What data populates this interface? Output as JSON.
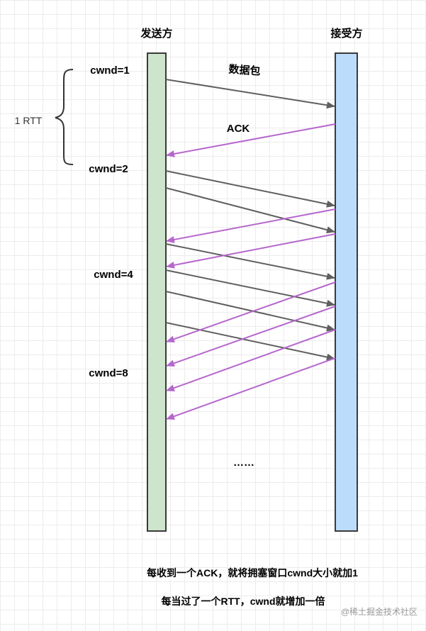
{
  "sender_label": "发送方",
  "receiver_label": "接受方",
  "rtt_label": "1 RTT",
  "data_packet_label": "数据包",
  "ack_label": "ACK",
  "cwnd_labels": [
    "cwnd=1",
    "cwnd=2",
    "cwnd=4",
    "cwnd=8"
  ],
  "ellipsis": "……",
  "caption_1": "每收到一个ACK，就将拥塞窗口cwnd大小就加1",
  "caption_2": "每当过了一个RTT，cwnd就增加一倍",
  "watermark": "@稀土掘金技术社区",
  "colors": {
    "sender_fill": "#cde5cc",
    "receiver_fill": "#bcdcfb",
    "data_arrow": "#5f5f5f",
    "ack_arrow": "#b667cc"
  }
}
